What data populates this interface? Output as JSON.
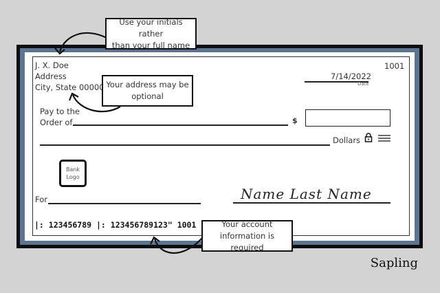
{
  "check": {
    "name": "J. X. Doe",
    "address": "Address",
    "city_state": "City, State 00000",
    "check_number": "1001",
    "date": "7/14/2022",
    "date_label": "Date",
    "pay_to_line1": "Pay to the",
    "pay_to_line2": "Order of",
    "dollar_sign": "$",
    "dollars_label": "Dollars",
    "bank_logo_line1": "Bank",
    "bank_logo_line2": "Logo",
    "memo_label": "For",
    "signature": "Name Last Name",
    "micr_line": "|: 123456789 |: 123456789123\" 1001"
  },
  "callouts": {
    "initials_line1": "Use your initials rather",
    "initials_line2": "than your full name",
    "address_line1": "Your address may be",
    "address_line2": "optional",
    "account_line1": "Your account",
    "account_line2": "information is required"
  },
  "brand": "Sapling",
  "icons": [
    "lock-icon",
    "menu-lines-icon",
    "curved-arrow-icon"
  ],
  "colors": {
    "background": "#d3d3d3",
    "frame": "#0d0d0d",
    "border_blue": "#5c7594"
  }
}
